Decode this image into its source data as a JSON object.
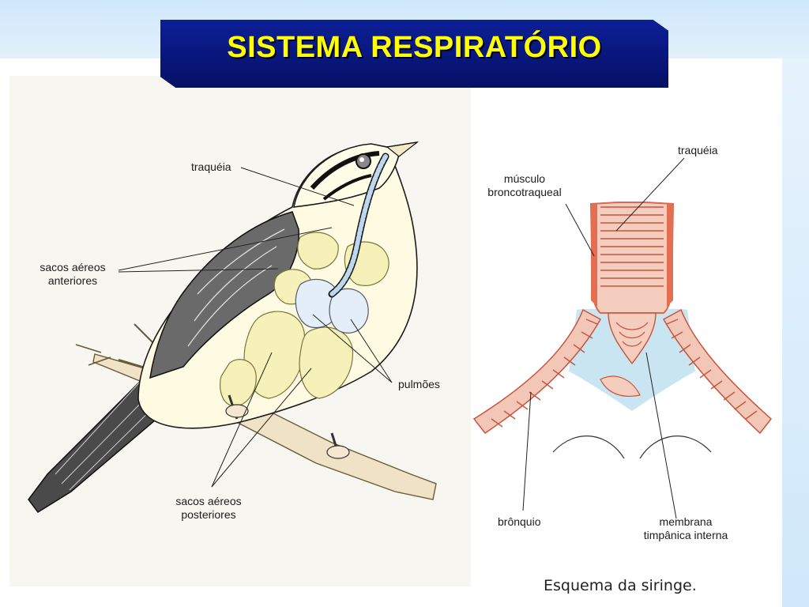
{
  "slide": {
    "title": "SISTEMA RESPIRATÓRIO"
  },
  "bird_figure": {
    "labels": {
      "trachea": "traquéia",
      "anterior_air_sacs_line1": "sacos aéreos",
      "anterior_air_sacs_line2": "anteriores",
      "lungs": "pulmões",
      "posterior_air_sacs_line1": "sacos aéreos",
      "posterior_air_sacs_line2": "posteriores"
    }
  },
  "syrinx_figure": {
    "labels": {
      "trachea": "traquéia",
      "muscle_line1": "músculo",
      "muscle_line2": "broncotraqueal",
      "bronchus": "brônquio",
      "membrane_line1": "membrana",
      "membrane_line2": "timpânica interna"
    },
    "caption": "Esquema da siringe."
  },
  "colors": {
    "title_bg": "#0a1a88",
    "title_text": "#ffff00",
    "air_sac": "#f6f1b8",
    "lung": "#e4eef8",
    "muscle": "#e8806a",
    "membrane": "#bfe0f0"
  }
}
